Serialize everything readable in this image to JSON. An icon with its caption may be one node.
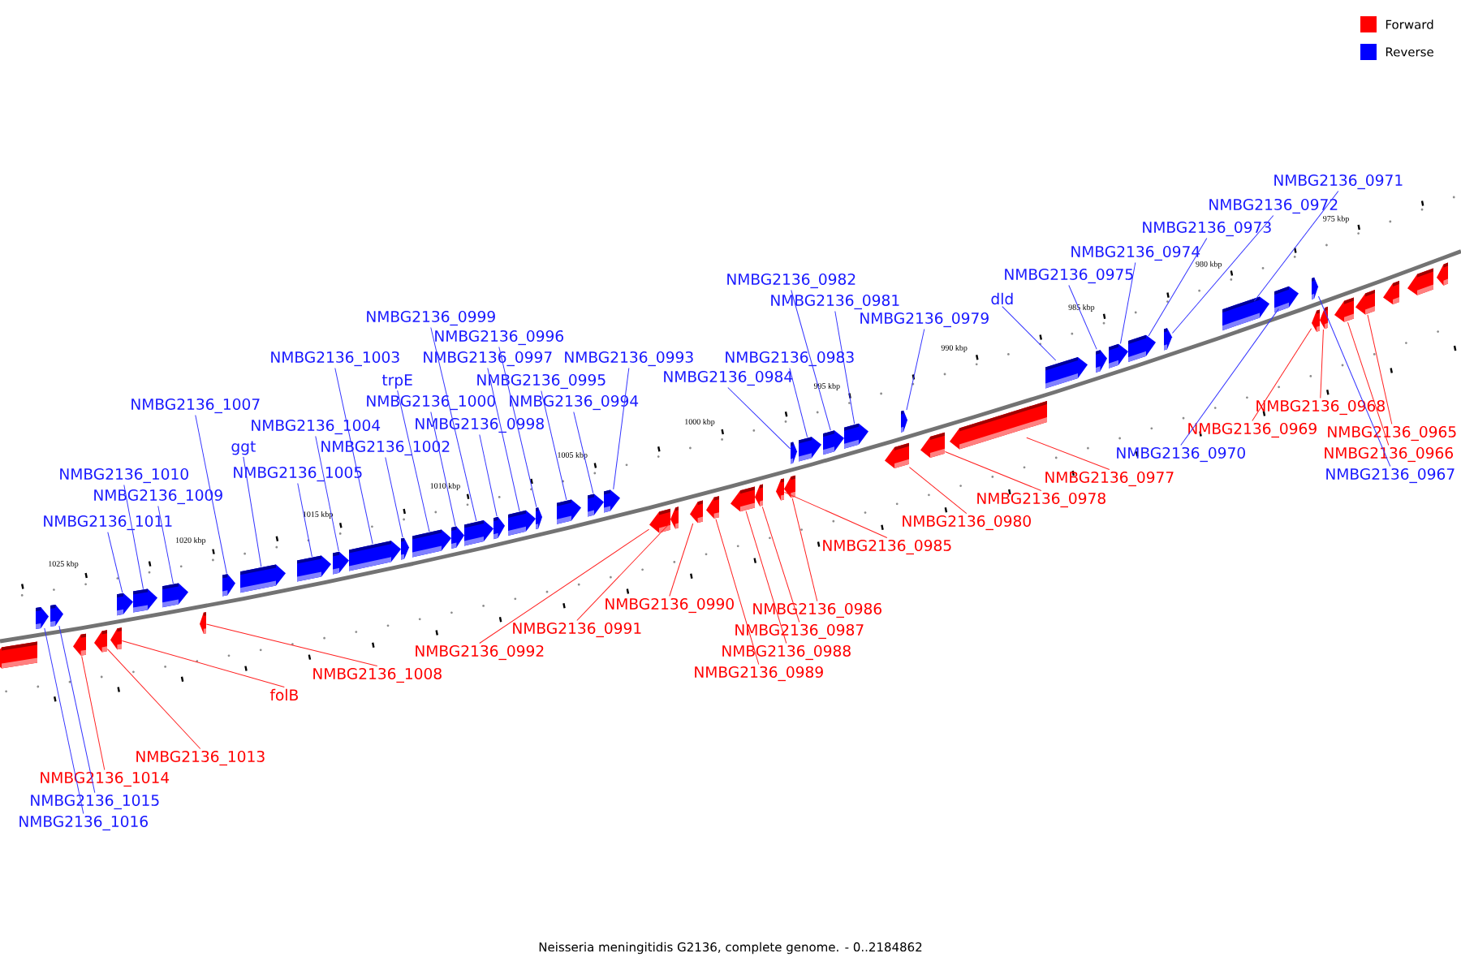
{
  "diagram": {
    "caption": "Neisseria meningitidis G2136, complete genome. - 0..2184862",
    "nodes": [
      {
        "text": [
          "NMBG2136_1016"
        ]
      },
      {
        "text": [
          "NMBG2136_1015"
        ]
      },
      {
        "text": [
          "NMBG2136_1011"
        ]
      },
      {
        "text": [
          "NMBG2136_1010"
        ]
      },
      {
        "text": [
          "NMBG2136_1009"
        ]
      },
      {
        "text": [
          "NMBG2136_1007"
        ]
      },
      {
        "text": [
          "ggt"
        ]
      },
      {
        "text": [
          "NMBG2136_1005"
        ]
      },
      {
        "text": [
          "NMBG2136_1004"
        ]
      },
      {
        "text": [
          "NMBG2136_1003"
        ]
      },
      {
        "text": [
          "NMBG2136_1002"
        ]
      },
      {
        "text": [
          "trpE"
        ]
      },
      {
        "text": [
          "NMBG2136_1000"
        ]
      },
      {
        "text": [
          "NMBG2136_0999"
        ]
      },
      {
        "text": [
          "NMBG2136_0998"
        ]
      },
      {
        "text": [
          "NMBG2136_0997"
        ]
      },
      {
        "text": [
          "NMBG2136_0996"
        ]
      },
      {
        "text": [
          "NMBG2136_0995"
        ]
      },
      {
        "text": [
          "NMBG2136_0994"
        ]
      },
      {
        "text": [
          "NMBG2136_0993"
        ]
      },
      {
        "text": [
          "NMBG2136_0984"
        ]
      },
      {
        "text": [
          "NMBG2136_0983"
        ]
      },
      {
        "text": [
          "NMBG2136_0982"
        ]
      },
      {
        "text": [
          "NMBG2136_0981"
        ]
      },
      {
        "text": [
          "NMBG2136_0979"
        ]
      },
      {
        "text": [
          "dld"
        ]
      },
      {
        "text": [
          "NMBG2136_0975"
        ]
      },
      {
        "text": [
          "NMBG2136_0974"
        ]
      },
      {
        "text": [
          "NMBG2136_0973"
        ]
      },
      {
        "text": [
          "NMBG2136_0972"
        ]
      },
      {
        "text": [
          "NMBG2136_0971"
        ]
      },
      {
        "text": [
          "NMBG2136_0970"
        ]
      },
      {
        "text": [
          "NMBG2136_0967"
        ]
      },
      {
        "text": [
          "NMBG2136_1014"
        ]
      },
      {
        "text": [
          "NMBG2136_1013"
        ]
      },
      {
        "text": [
          "folB"
        ]
      },
      {
        "text": [
          "NMBG2136_1008"
        ]
      },
      {
        "text": [
          "NMBG2136_0992"
        ]
      },
      {
        "text": [
          "NMBG2136_0991"
        ]
      },
      {
        "text": [
          "NMBG2136_0990"
        ]
      },
      {
        "text": [
          "NMBG2136_0989"
        ]
      },
      {
        "text": [
          "NMBG2136_0988"
        ]
      },
      {
        "text": [
          "NMBG2136_0987"
        ]
      },
      {
        "text": [
          "NMBG2136_0985"
        ]
      },
      {
        "text": [
          "NMBG2136_0986"
        ]
      },
      {
        "text": [
          "NMBG2136_0980"
        ]
      },
      {
        "text": [
          "NMBG2136_0978"
        ]
      },
      {
        "text": [
          "NMBG2136_0977"
        ]
      },
      {
        "text": [
          "NMBG2136_0969"
        ]
      },
      {
        "text": [
          "NMBG2136_0968"
        ]
      },
      {
        "text": [
          "NMBG2136_0966"
        ]
      },
      {
        "text": [
          "NMBG2136_0965"
        ]
      },
      {
        "text": [],
        "shape": "arrow"
      },
      {
        "text": [],
        "shape": "arrow"
      },
      {
        "text": [],
        "shape": "arrow"
      },
      {
        "text": [],
        "shape": "arrow"
      },
      {
        "text": [],
        "shape": "arrow"
      },
      {
        "text": [],
        "shape": "arrow"
      },
      {
        "text": [],
        "shape": "arrow"
      },
      {
        "text": [],
        "shape": "arrow"
      },
      {
        "text": [],
        "shape": "arrow"
      },
      {
        "text": [],
        "shape": "arrow"
      },
      {
        "text": [],
        "shape": "arrow"
      },
      {
        "text": [],
        "shape": "arrow"
      },
      {
        "text": [],
        "shape": "arrow"
      },
      {
        "text": [],
        "shape": "arrow"
      },
      {
        "text": [],
        "shape": "arrow"
      },
      {
        "text": [],
        "shape": "arrow"
      },
      {
        "text": [],
        "shape": "arrow"
      },
      {
        "text": [],
        "shape": "arrow"
      },
      {
        "text": [],
        "shape": "arrow"
      },
      {
        "text": [],
        "shape": "arrow"
      },
      {
        "text": [],
        "shape": "arrow"
      },
      {
        "text": [],
        "shape": "arrow"
      },
      {
        "text": [],
        "shape": "arrow"
      },
      {
        "text": [],
        "shape": "arrow"
      },
      {
        "text": [],
        "shape": "arrow"
      },
      {
        "text": [],
        "shape": "arrow"
      },
      {
        "text": [],
        "shape": "arrow"
      },
      {
        "text": [],
        "shape": "arrow"
      },
      {
        "text": [],
        "shape": "arrow"
      },
      {
        "text": [],
        "shape": "arrow"
      },
      {
        "text": [],
        "shape": "arrow"
      },
      {
        "text": [],
        "shape": "arrow"
      },
      {
        "text": [],
        "shape": "arrow"
      },
      {
        "text": [],
        "shape": "arrow"
      },
      {
        "text": [],
        "shape": "arrow"
      },
      {
        "text": [],
        "shape": "arrow"
      },
      {
        "text": [],
        "shape": "arrow"
      },
      {
        "text": [],
        "shape": "arrow"
      },
      {
        "text": [],
        "shape": "arrow"
      },
      {
        "text": [],
        "shape": "arrow"
      },
      {
        "text": [],
        "shape": "arrow"
      },
      {
        "text": [],
        "shape": "arrow"
      },
      {
        "text": [],
        "shape": "arrow"
      },
      {
        "text": [],
        "shape": "arrow"
      },
      {
        "text": [],
        "shape": "arrow"
      },
      {
        "text": [],
        "shape": "arrow"
      },
      {
        "text": [],
        "shape": "arrow"
      },
      {
        "text": [],
        "shape": "arrow"
      },
      {
        "text": [],
        "shape": "arrow"
      },
      {
        "text": [],
        "shape": "arrow"
      },
      {
        "text": [],
        "shape": "arrow"
      },
      {
        "text": [],
        "shape": "arrow"
      },
      {
        "text": [],
        "shape": "arrow"
      },
      {
        "text": [],
        "shape": "arrow"
      },
      {
        "text": [],
        "shape": "arrow"
      },
      {
        "text": [],
        "shape": "arrow"
      }
    ],
    "edges": [
      {
        "from": 0,
        "to": 52,
        "arrow": "none",
        "color": "#3333ff"
      },
      {
        "from": 1,
        "to": 53,
        "arrow": "none",
        "color": "#3333ff"
      },
      {
        "from": 2,
        "to": 54,
        "arrow": "none",
        "color": "#3333ff"
      },
      {
        "from": 3,
        "to": 55,
        "arrow": "none",
        "color": "#3333ff"
      },
      {
        "from": 4,
        "to": 56,
        "arrow": "none",
        "color": "#3333ff"
      },
      {
        "from": 5,
        "to": 57,
        "arrow": "none",
        "color": "#3333ff"
      },
      {
        "from": 6,
        "to": 58,
        "arrow": "none",
        "color": "#3333ff"
      },
      {
        "from": 7,
        "to": 59,
        "arrow": "none",
        "color": "#3333ff"
      },
      {
        "from": 8,
        "to": 60,
        "arrow": "none",
        "color": "#3333ff"
      },
      {
        "from": 9,
        "to": 61,
        "arrow": "none",
        "color": "#3333ff"
      },
      {
        "from": 10,
        "to": 62,
        "arrow": "none",
        "color": "#3333ff"
      },
      {
        "from": 11,
        "to": 63,
        "arrow": "none",
        "color": "#3333ff"
      },
      {
        "from": 12,
        "to": 64,
        "arrow": "none",
        "color": "#3333ff"
      },
      {
        "from": 13,
        "to": 65,
        "arrow": "none",
        "color": "#3333ff"
      },
      {
        "from": 14,
        "to": 66,
        "arrow": "none",
        "color": "#3333ff"
      },
      {
        "from": 15,
        "to": 67,
        "arrow": "none",
        "color": "#3333ff"
      },
      {
        "from": 16,
        "to": 68,
        "arrow": "none",
        "color": "#3333ff"
      },
      {
        "from": 17,
        "to": 69,
        "arrow": "none",
        "color": "#3333ff"
      },
      {
        "from": 18,
        "to": 70,
        "arrow": "none",
        "color": "#3333ff"
      },
      {
        "from": 19,
        "to": 71,
        "arrow": "none",
        "color": "#3333ff"
      },
      {
        "from": 20,
        "to": 72,
        "arrow": "none",
        "color": "#3333ff"
      },
      {
        "from": 21,
        "to": 73,
        "arrow": "none",
        "color": "#3333ff"
      },
      {
        "from": 22,
        "to": 74,
        "arrow": "none",
        "color": "#3333ff"
      },
      {
        "from": 23,
        "to": 75,
        "arrow": "none",
        "color": "#3333ff"
      },
      {
        "from": 24,
        "to": 76,
        "arrow": "none",
        "color": "#3333ff"
      },
      {
        "from": 25,
        "to": 77,
        "arrow": "none",
        "color": "#3333ff"
      },
      {
        "from": 26,
        "to": 78,
        "arrow": "none",
        "color": "#3333ff"
      },
      {
        "from": 27,
        "to": 79,
        "arrow": "none",
        "color": "#3333ff"
      },
      {
        "from": 28,
        "to": 80,
        "arrow": "none",
        "color": "#3333ff"
      },
      {
        "from": 29,
        "to": 81,
        "arrow": "none",
        "color": "#3333ff"
      },
      {
        "from": 30,
        "to": 82,
        "arrow": "none",
        "color": "#3333ff"
      },
      {
        "from": 31,
        "to": 83,
        "arrow": "none",
        "color": "#3333ff"
      },
      {
        "from": 32,
        "to": 84,
        "arrow": "none",
        "color": "#3333ff"
      },
      {
        "from": 33,
        "to": 85,
        "arrow": "none",
        "color": "#ff2020"
      },
      {
        "from": 34,
        "to": 86,
        "arrow": "none",
        "color": "#ff2020"
      },
      {
        "from": 35,
        "to": 87,
        "arrow": "none",
        "color": "#ff2020"
      },
      {
        "from": 36,
        "to": 88,
        "arrow": "none",
        "color": "#ff2020"
      },
      {
        "from": 37,
        "to": 89,
        "arrow": "none",
        "color": "#ff2020"
      },
      {
        "from": 38,
        "to": 90,
        "arrow": "none",
        "color": "#ff2020"
      },
      {
        "from": 39,
        "to": 91,
        "arrow": "none",
        "color": "#ff2020"
      },
      {
        "from": 40,
        "to": 92,
        "arrow": "none",
        "color": "#ff2020"
      },
      {
        "from": 41,
        "to": 93,
        "arrow": "none",
        "color": "#ff2020"
      },
      {
        "from": 42,
        "to": 94,
        "arrow": "none",
        "color": "#ff2020"
      },
      {
        "from": 43,
        "to": 95,
        "arrow": "none",
        "color": "#ff2020"
      },
      {
        "from": 44,
        "to": 96,
        "arrow": "none",
        "color": "#ff2020"
      },
      {
        "from": 45,
        "to": 97,
        "arrow": "none",
        "color": "#ff2020"
      },
      {
        "from": 46,
        "to": 98,
        "arrow": "none",
        "color": "#ff2020"
      },
      {
        "from": 47,
        "to": 99,
        "arrow": "none",
        "color": "#ff2020"
      },
      {
        "from": 48,
        "to": 100,
        "arrow": "none",
        "color": "#ff2020"
      },
      {
        "from": 49,
        "to": 101,
        "arrow": "none",
        "color": "#ff2020"
      },
      {
        "from": 50,
        "to": 102,
        "arrow": "none",
        "color": "#ff2020"
      },
      {
        "from": 51,
        "to": 103,
        "arrow": "none",
        "color": "#ff2020"
      }
    ],
    "labels": [
      "1025 kbp",
      "1020 kbp",
      "1015 kbp",
      "1010 kbp",
      "1005 kbp",
      "1000 kbp",
      "995 kbp",
      "990 kbp",
      "985 kbp",
      "980 kbp",
      "975 kbp"
    ],
    "legend": [
      {
        "text": "Forward",
        "color": "#ff0000"
      },
      {
        "text": "Reverse",
        "color": "#0000ff"
      }
    ]
  }
}
